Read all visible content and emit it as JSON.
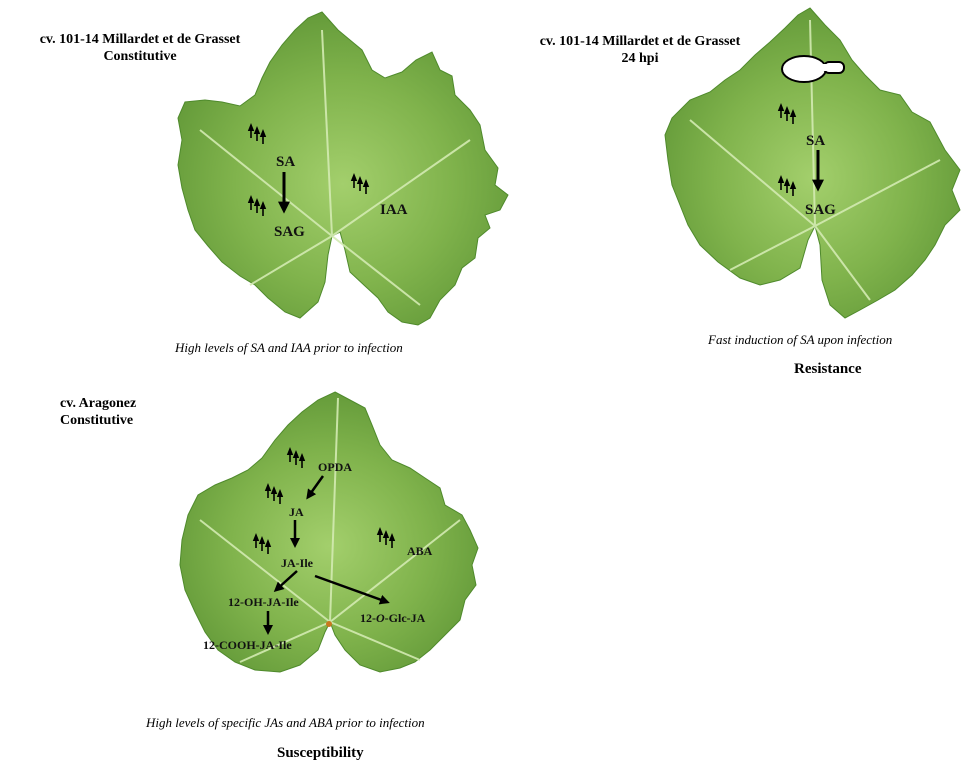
{
  "panels": {
    "tl": {
      "title_line1": "cv. 101-14 Millardet et de Grasset",
      "title_line2": "Constitutive",
      "labels": {
        "sa": "SA",
        "sag": "SAG",
        "iaa": "IAA"
      },
      "caption": "High levels  of SA and IAA prior to infection"
    },
    "tr": {
      "title_line1": "cv. 101-14 Millardet et de Grasset",
      "title_line2": "24 hpi",
      "labels": {
        "sa": "SA",
        "sag": "SAG"
      },
      "caption": "Fast induction of SA upon infection",
      "outcome": "Resistance"
    },
    "bl": {
      "title_line1": "cv. Aragonez",
      "title_line2": "Constitutive",
      "labels": {
        "opda": "OPDA",
        "ja": "JA",
        "ja_ile": "JA-Ile",
        "aba": "ABA",
        "oh_ja_ile": "12-OH-JA-Ile",
        "glc_prefix": "12-",
        "glc_o": "O",
        "glc_suffix": "-Glc-JA",
        "cooh_ja_ile": "12-COOH-JA-Ile"
      },
      "caption": "High levels  of specific JAs and ABA prior to infection",
      "outcome": "Susceptibility"
    }
  },
  "icons": [
    "triple-up-arrow-icon",
    "spore-icon",
    "grape-leaf"
  ],
  "colors": {
    "leaf_light": "#9cc867",
    "leaf_mid": "#76ac45",
    "leaf_dark": "#4f8a2c",
    "vein": "#d8ecb8",
    "text": "#000000"
  }
}
